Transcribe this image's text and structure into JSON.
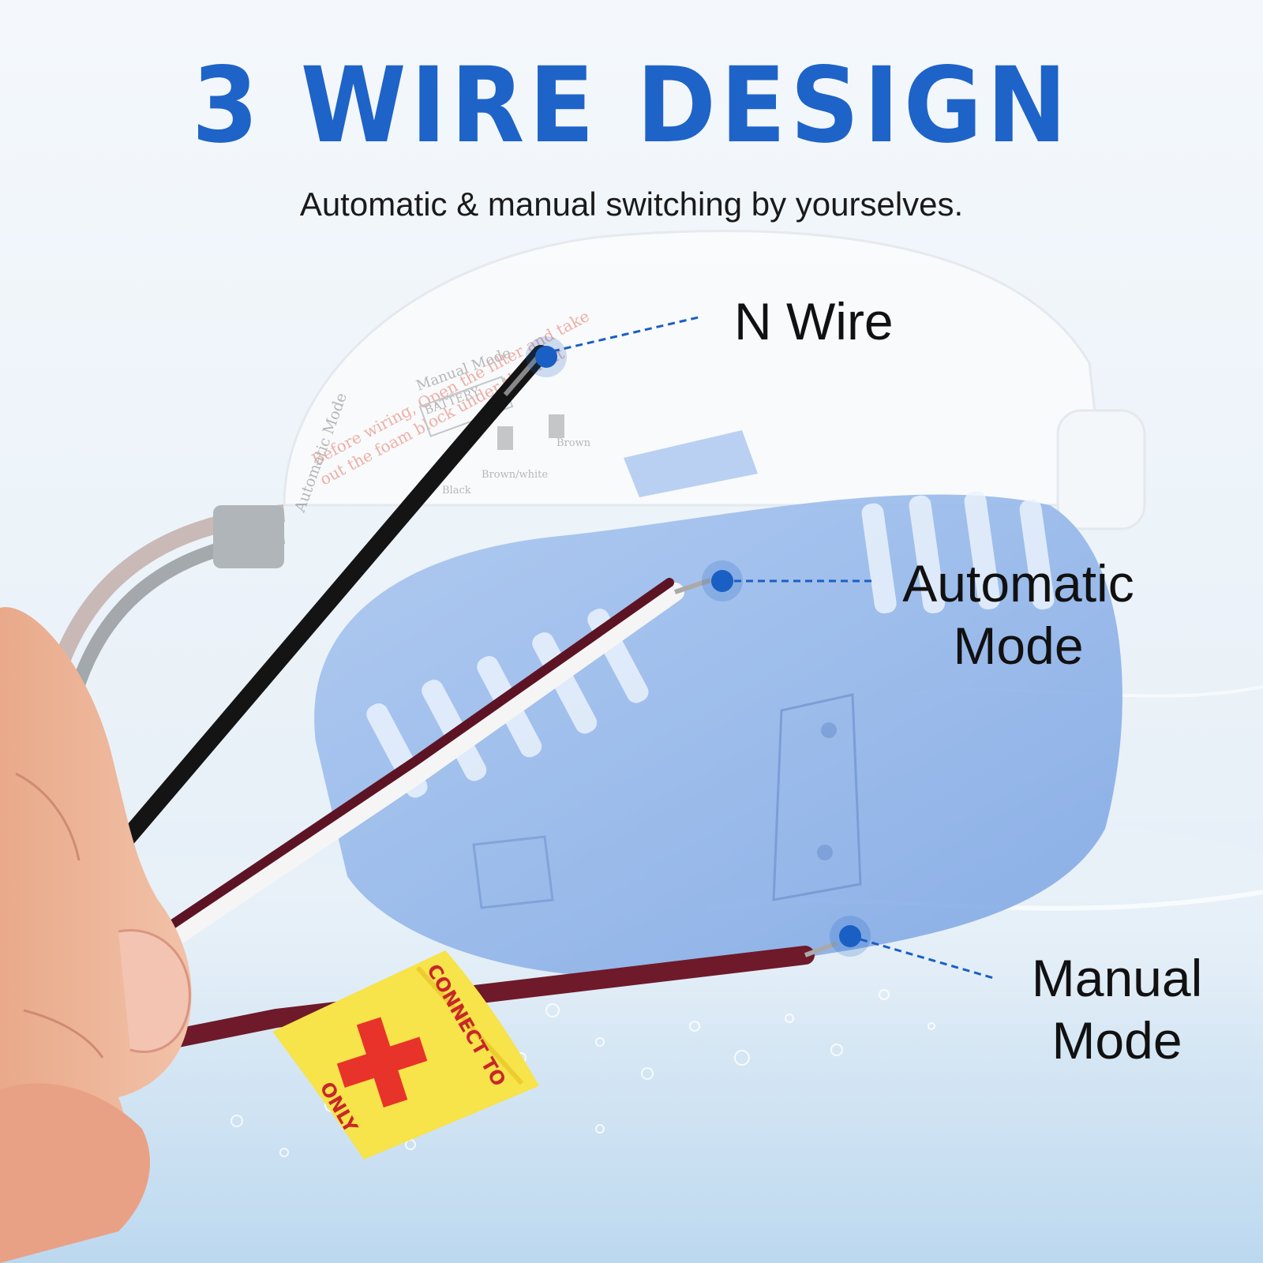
{
  "title": "3 WIRE DESIGN",
  "subtitle": "Automatic & manual switching by yourselves.",
  "callouts": {
    "n_wire": "N Wire",
    "automatic_line1": "Automatic",
    "automatic_line2": "Mode",
    "manual_line1": "Manual",
    "manual_line2": "Mode"
  },
  "pump_label": {
    "instruction_line1": "Before wiring, Open the filter and take",
    "instruction_line2": "out the foam block under the float",
    "automatic_mode": "Automatic Mode",
    "manual_mode": "Manual Mode",
    "battery": "BATTERY",
    "wire_black": "Black",
    "wire_brown_white": "Brown/white",
    "wire_brown": "Brown"
  },
  "tag": {
    "line1": "CONNECT TO",
    "line2": "ONLY"
  },
  "colors": {
    "title_blue": "#1e63c8",
    "dot_blue": "#1a5fc4",
    "pump_blue": "#8fb4ea",
    "tag_yellow": "#f7e34a",
    "tag_red": "#e8332a",
    "wire_black": "#141414",
    "wire_brown": "#6e1a2a"
  },
  "icons": {
    "plus": "plus-icon"
  }
}
